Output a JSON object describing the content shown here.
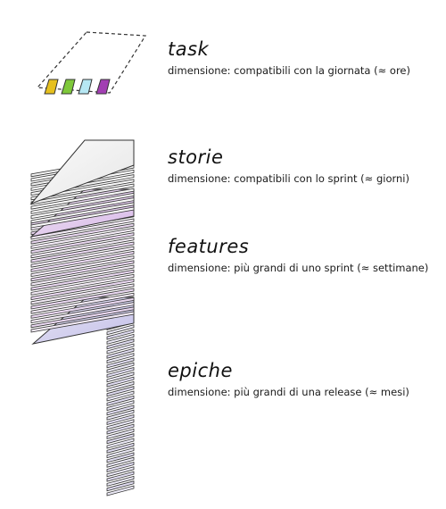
{
  "levels": [
    {
      "title": "task",
      "description": "dimensione: compatibili con la giornata (≈ ore)"
    },
    {
      "title": "storie",
      "description": "dimensione: compatibili con lo sprint (≈ giorni)"
    },
    {
      "title": "features",
      "description": "dimensione: più grandi di uno sprint (≈ settimane)"
    },
    {
      "title": "epiche",
      "description": "dimensione: più grandi di una release (≈ mesi)"
    }
  ],
  "colors": {
    "task_notes": [
      "#e6c01e",
      "#7ec83a",
      "#b6e7f3",
      "#a23fb3"
    ],
    "stories_sheet": "#f2f2f2",
    "features_sheet": "#ead8f1",
    "features_accent": "#c88be0",
    "epics_sheet": "#e0dcf1",
    "epics_accent": "#9d98dc",
    "outline": "#333333"
  }
}
